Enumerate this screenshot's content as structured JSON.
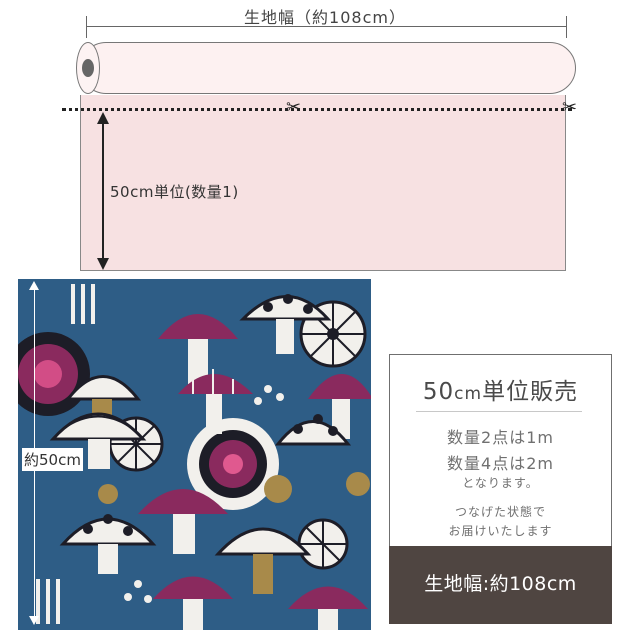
{
  "diagram": {
    "width_label": "生地幅（約108cm）",
    "unit_label": "50cm単位(数量1)",
    "scissors_glyph": "✂",
    "roll_color": "#fdf1f1",
    "sheet_color": "#f7e1e2"
  },
  "photo": {
    "side_label": "約50cm",
    "background_color": "#2e5d86"
  },
  "info": {
    "title_number": "50",
    "title_unit": "cm",
    "title_rest": "単位販売",
    "line1": "数量2点は1m",
    "line2": "数量4点は2m",
    "line3": "となります。",
    "line4": "つなげた状態で",
    "line5": "お届けいたします",
    "band_text": "生地幅:約108cm",
    "band_color": "#4f4541"
  }
}
